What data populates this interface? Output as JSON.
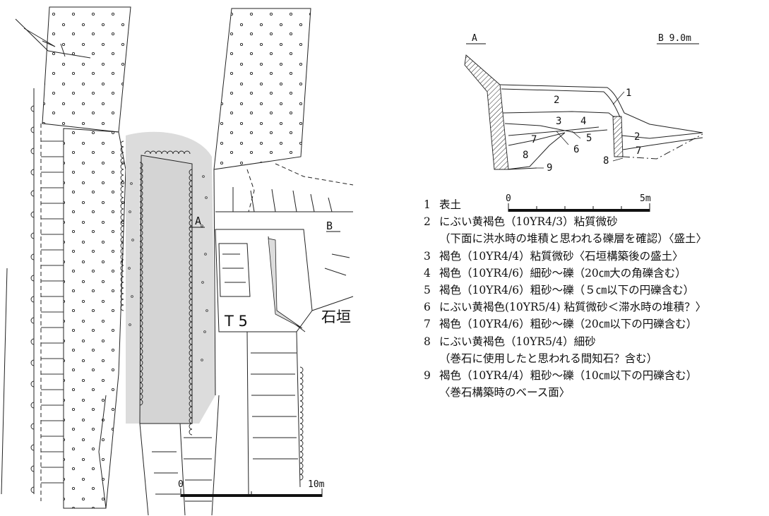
{
  "plan": {
    "trench_label": "T 5",
    "wall_label": "石垣",
    "point_a": "A",
    "point_b": "B",
    "scale": {
      "start": "0",
      "end": "10m"
    }
  },
  "section": {
    "left_label": "A",
    "right_label": "B 9.0m",
    "layer_numbers": [
      "1",
      "2",
      "3",
      "4",
      "5",
      "6",
      "7",
      "8",
      "9",
      "2",
      "7",
      "8"
    ],
    "scale": {
      "start": "0",
      "end": "5m"
    }
  },
  "legend": [
    {
      "num": "1",
      "lines": [
        "表土"
      ]
    },
    {
      "num": "2",
      "lines": [
        "にぶい黄褐色（10YR4/3）粘質微砂",
        "（下面に洪水時の堆積と思われる礫層を確認）〈盛土〉"
      ]
    },
    {
      "num": "3",
      "lines": [
        "褐色（10YR4/4）粘質微砂〈石垣構築後の盛土〉"
      ]
    },
    {
      "num": "4",
      "lines": [
        "褐色（10YR4/6）細砂～礫（20㎝大の角礫含む）"
      ]
    },
    {
      "num": "5",
      "lines": [
        "褐色（10YR4/6）粗砂～礫（５㎝以下の円礫含む）"
      ]
    },
    {
      "num": "6",
      "lines": [
        "にぶい黄褐色(10YR5/4) 粘質微砂＜滞水時の堆積？〉"
      ]
    },
    {
      "num": "7",
      "lines": [
        "褐色（10YR4/6）粗砂～礫（20㎝以下の円礫含む）"
      ]
    },
    {
      "num": "8",
      "lines": [
        "にぶい黄褐色（10YR5/4）細砂",
        "（巻石に使用したと思われる間知石？含む）"
      ]
    },
    {
      "num": "9",
      "lines": [
        "褐色（10YR4/4）粗砂～礫（10㎝以下の円礫含む）",
        "〈巻石構築時のベース面〉"
      ]
    }
  ]
}
